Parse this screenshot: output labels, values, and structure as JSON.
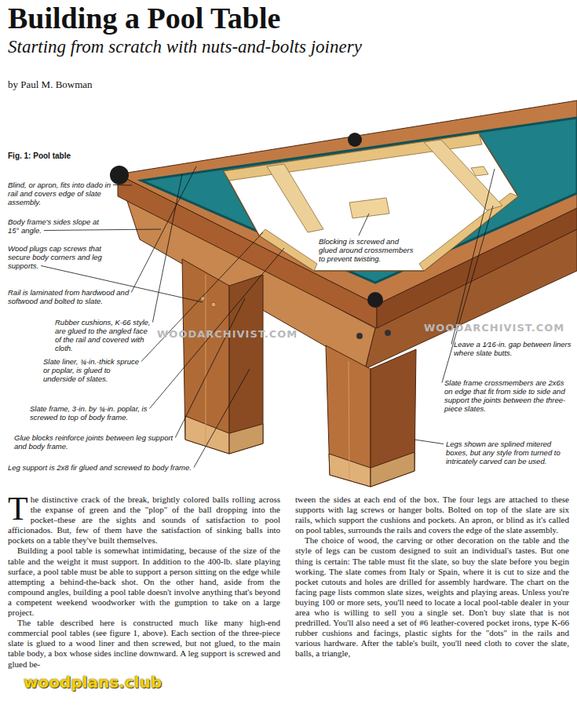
{
  "diagram": {
    "title": "Building a Pool Table",
    "labels": [
      "Starting from scratch with nuts-and-bolts joinery",
      "by Paul M. Bowman",
      "Fig. 1: Pool table",
      "Blind, or apron, fits into dado in rail and covers edge of slate assembly.",
      "Body frame's sides slope at 15° angle.",
      "Wood plugs cap screws that secure body corners and leg supports.",
      "Rail is laminated from hardwood and softwood and bolted to slate.",
      "Rubber cushions, K-66 style, are glued to the angled face of the rail and covered with cloth.",
      "Slate liner, ¾-in.-thick spruce or poplar, is glued to underside of slates.",
      "Slate frame, 3-in. by ¾-in. poplar, is screwed to top of body frame.",
      "Glue blocks reinforce joints between leg support and body frame.",
      "Leg support is 2x8 fir glued and screwed to body frame.",
      "Blocking is screwed and glued around crossmembers to prevent twisting.",
      "Leave a 1⁄16-in. gap between liners where slate butts.",
      "Slate frame crossmembers are 2x6s on edge that fit from side to side and support the joints between the three-piece slates.",
      "Legs shown are splined mitered boxes, but any style from turned to intricately carved can be used.",
      "WOODARCHIVIST.COM",
      "WOODARCHIVIST.COM",
      "The distinctive crack of the break, brightly colored balls rolling across the expanse of green and the \"plop\" of the ball dropping into the pocket–these are the sights and sounds of satisfaction to pool afficionados. But, few of them have the satisfaction of sinking balls into pockets on a table they've built themselves.",
      "Building a pool table is somewhat intimidating, because of the size of the table and the weight it must support. In addition to the 400-lb. slate playing surface, a pool table must be able to support a person sitting on the edge while attempting a behind-the-back shot. On the other hand, aside from the compound angles, building a pool table doesn't involve anything that's beyond a competent weekend woodworker with the gumption to take on a large project.",
      "The table described here is constructed much like many high-end commercial pool tables (see figure 1, above). Each section of the three-piece slate is glued to a wood liner and then screwed, but not glued, to the main table body, a box whose sides incline downward. A leg support is screwed and glued be-",
      "tween the sides at each end of the box. The four legs are attached to these supports with lag screws or hanger bolts. Bolted on top of the slate are six rails, which support the cushions and pockets. An apron, or blind as it's called on pool tables, surrounds the rails and covers the edge of the slate assembly.",
      "The choice of wood, the carving or other decoration on the table and the style of legs can be custom designed to suit an individual's tastes. But one thing is certain: The table must fit the slate, so buy the slate before you begin working. The slate comes from Italy or Spain, where it is cut to size and the pocket cutouts and holes are drilled for assembly hardware. The chart on the facing page lists common slate sizes, weights and playing areas. Unless you're buying 100 or more sets, you'll need to locate a local pool-table dealer in your area who is willing to sell you a single set. Don't buy slate that is not predrilled. You'll also need a set of #6 leather-covered pocket irons, type K-66 rubber cushions and facings, plastic sights for the \"dots\" in the rails and various hardware. After the table's built, you'll need cloth to cover the slate, balls, a triangle,",
      "woodplans.club"
    ]
  }
}
